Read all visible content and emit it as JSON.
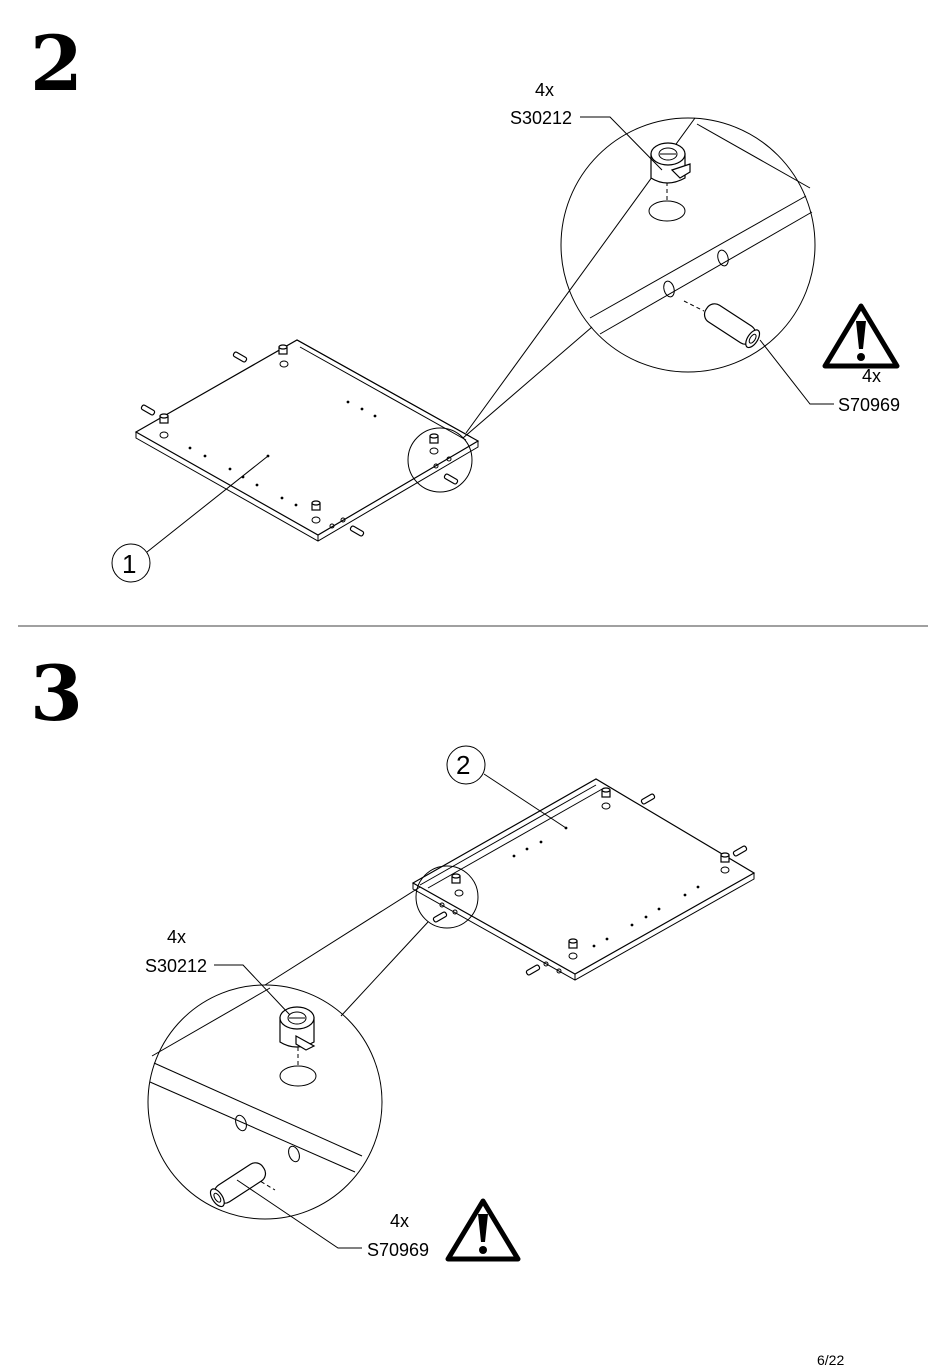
{
  "steps": [
    {
      "number": "2",
      "part_callout": "1",
      "cam_lock": {
        "qty": "4x",
        "code": "S30212"
      },
      "dowel": {
        "qty": "4x",
        "code": "S70969"
      }
    },
    {
      "number": "3",
      "part_callout": "2",
      "cam_lock": {
        "qty": "4x",
        "code": "S30212"
      },
      "dowel": {
        "qty": "4x",
        "code": "S70969"
      }
    }
  ],
  "icons": {
    "warning": "warning-triangle-icon",
    "cam_lock": "cam-lock-icon",
    "dowel": "wooden-dowel-icon"
  },
  "footer": {
    "page_number": "6/22"
  }
}
